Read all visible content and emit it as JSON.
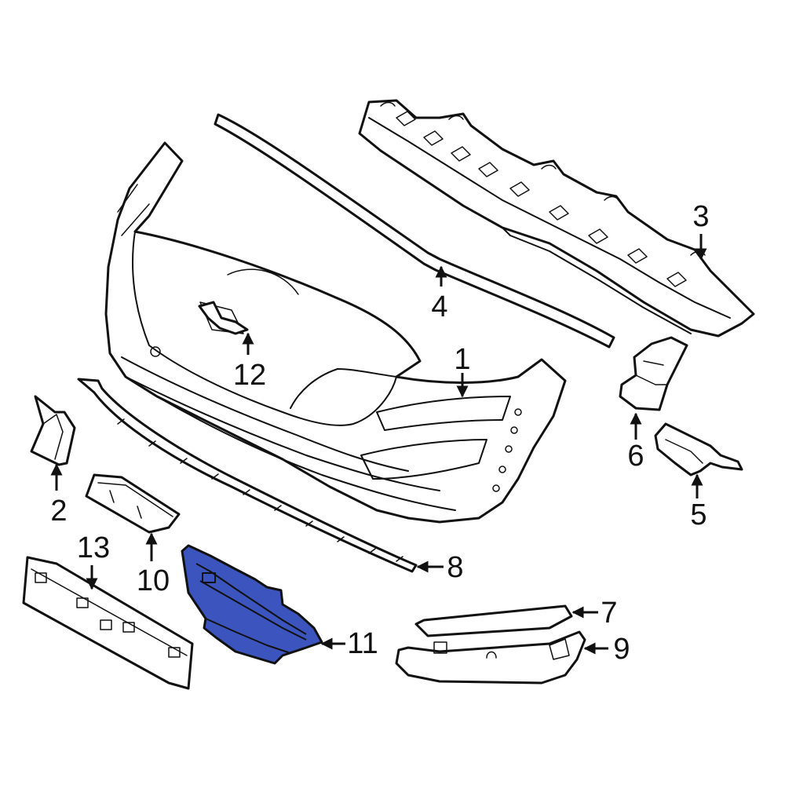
{
  "diagram": {
    "highlight_color": "#3c55be",
    "callouts": [
      {
        "id": "c1",
        "label": "1"
      },
      {
        "id": "c2",
        "label": "2"
      },
      {
        "id": "c3",
        "label": "3"
      },
      {
        "id": "c4",
        "label": "4"
      },
      {
        "id": "c5",
        "label": "5"
      },
      {
        "id": "c6",
        "label": "6"
      },
      {
        "id": "c7",
        "label": "7"
      },
      {
        "id": "c8",
        "label": "8"
      },
      {
        "id": "c9",
        "label": "9"
      },
      {
        "id": "c10",
        "label": "10"
      },
      {
        "id": "c11",
        "label": "11"
      },
      {
        "id": "c12",
        "label": "12"
      },
      {
        "id": "c13",
        "label": "13"
      }
    ]
  }
}
